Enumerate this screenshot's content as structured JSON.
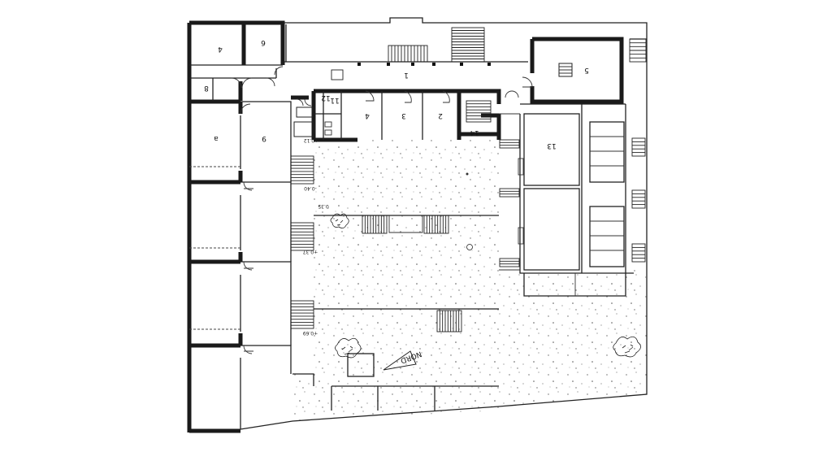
{
  "rooms": [
    {
      "id": "room-4-top",
      "label": "4"
    },
    {
      "id": "room-6-top",
      "label": "6"
    },
    {
      "id": "room-8",
      "label": "8"
    },
    {
      "id": "room-1",
      "label": "1"
    },
    {
      "id": "room-12",
      "label": "12"
    },
    {
      "id": "room-11",
      "label": "11"
    },
    {
      "id": "room-4-mid",
      "label": "4"
    },
    {
      "id": "room-3",
      "label": "3"
    },
    {
      "id": "room-2",
      "label": "2"
    },
    {
      "id": "room-5",
      "label": "5"
    },
    {
      "id": "room-14",
      "label": "14"
    },
    {
      "id": "room-13",
      "label": "13"
    },
    {
      "id": "room-a",
      "label": "a"
    },
    {
      "id": "room-9",
      "label": "9"
    }
  ],
  "levels": [
    "+0.12",
    "-0.40",
    "+0.37",
    "+0.69",
    "0.35"
  ],
  "north_label": "NORD"
}
